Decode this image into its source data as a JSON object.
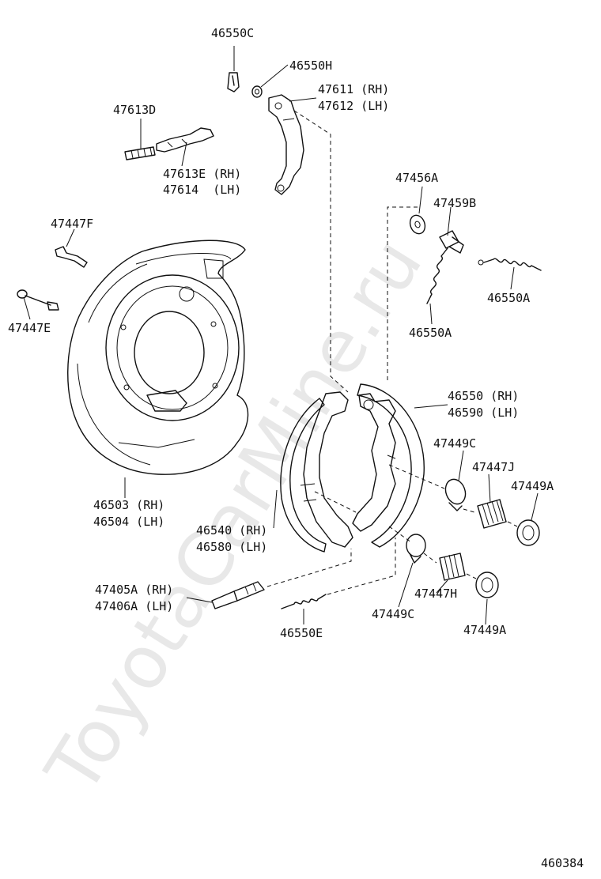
{
  "watermark": "ToyotaCarMine.ru",
  "diagram_code": "460384",
  "labels": {
    "p46550C": "46550C",
    "p46550H": "46550H",
    "p47611": "47611 (RH)",
    "p47612": "47612 (LH)",
    "p47613D": "47613D",
    "p47613E": "47613E (RH)",
    "p47614": "47614  (LH)",
    "p47456A": "47456A",
    "p47459B": "47459B",
    "p47447F": "47447F",
    "p47447E": "47447E",
    "p46550A_1": "46550A",
    "p46550A_2": "46550A",
    "p46550": "46550 (RH)",
    "p46590": "46590 (LH)",
    "p47449C_1": "47449C",
    "p47447J": "47447J",
    "p47449A_1": "47449A",
    "p46503": "46503 (RH)",
    "p46504": "46504 (LH)",
    "p46540": "46540 (RH)",
    "p46580": "46580 (LH)",
    "p47405A": "47405A (RH)",
    "p47406A": "47406A (LH)",
    "p47447H": "47447H",
    "p47449C_2": "47449C",
    "p47449A_2": "47449A",
    "p46550E": "46550E"
  }
}
